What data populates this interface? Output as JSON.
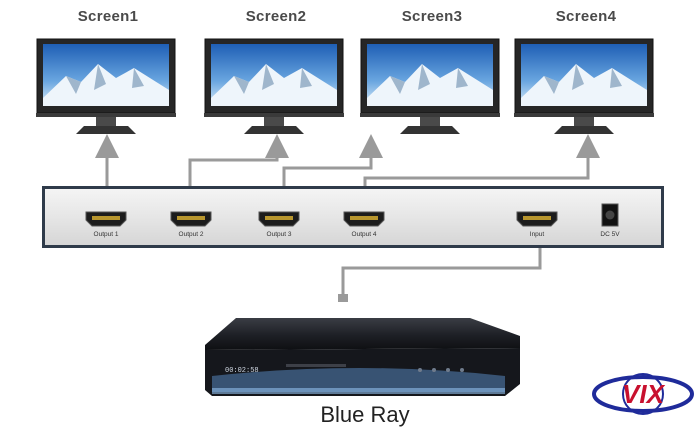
{
  "screens": [
    {
      "label": "Screen1"
    },
    {
      "label": "Screen2"
    },
    {
      "label": "Screen3"
    },
    {
      "label": "Screen4"
    }
  ],
  "splitter": {
    "ports": [
      {
        "label": "Output 1"
      },
      {
        "label": "Output 2"
      },
      {
        "label": "Output 3"
      },
      {
        "label": "Output 4"
      },
      {
        "label": "Input"
      },
      {
        "label": "DC 5V"
      }
    ]
  },
  "source": {
    "caption": "Blue Ray",
    "display_text": "00:02:58"
  },
  "logo": {
    "text": "VIX"
  },
  "colors": {
    "arrow": "#9a9a9a",
    "panel": "#e9e9e9",
    "frame": "#2b2b2b"
  }
}
